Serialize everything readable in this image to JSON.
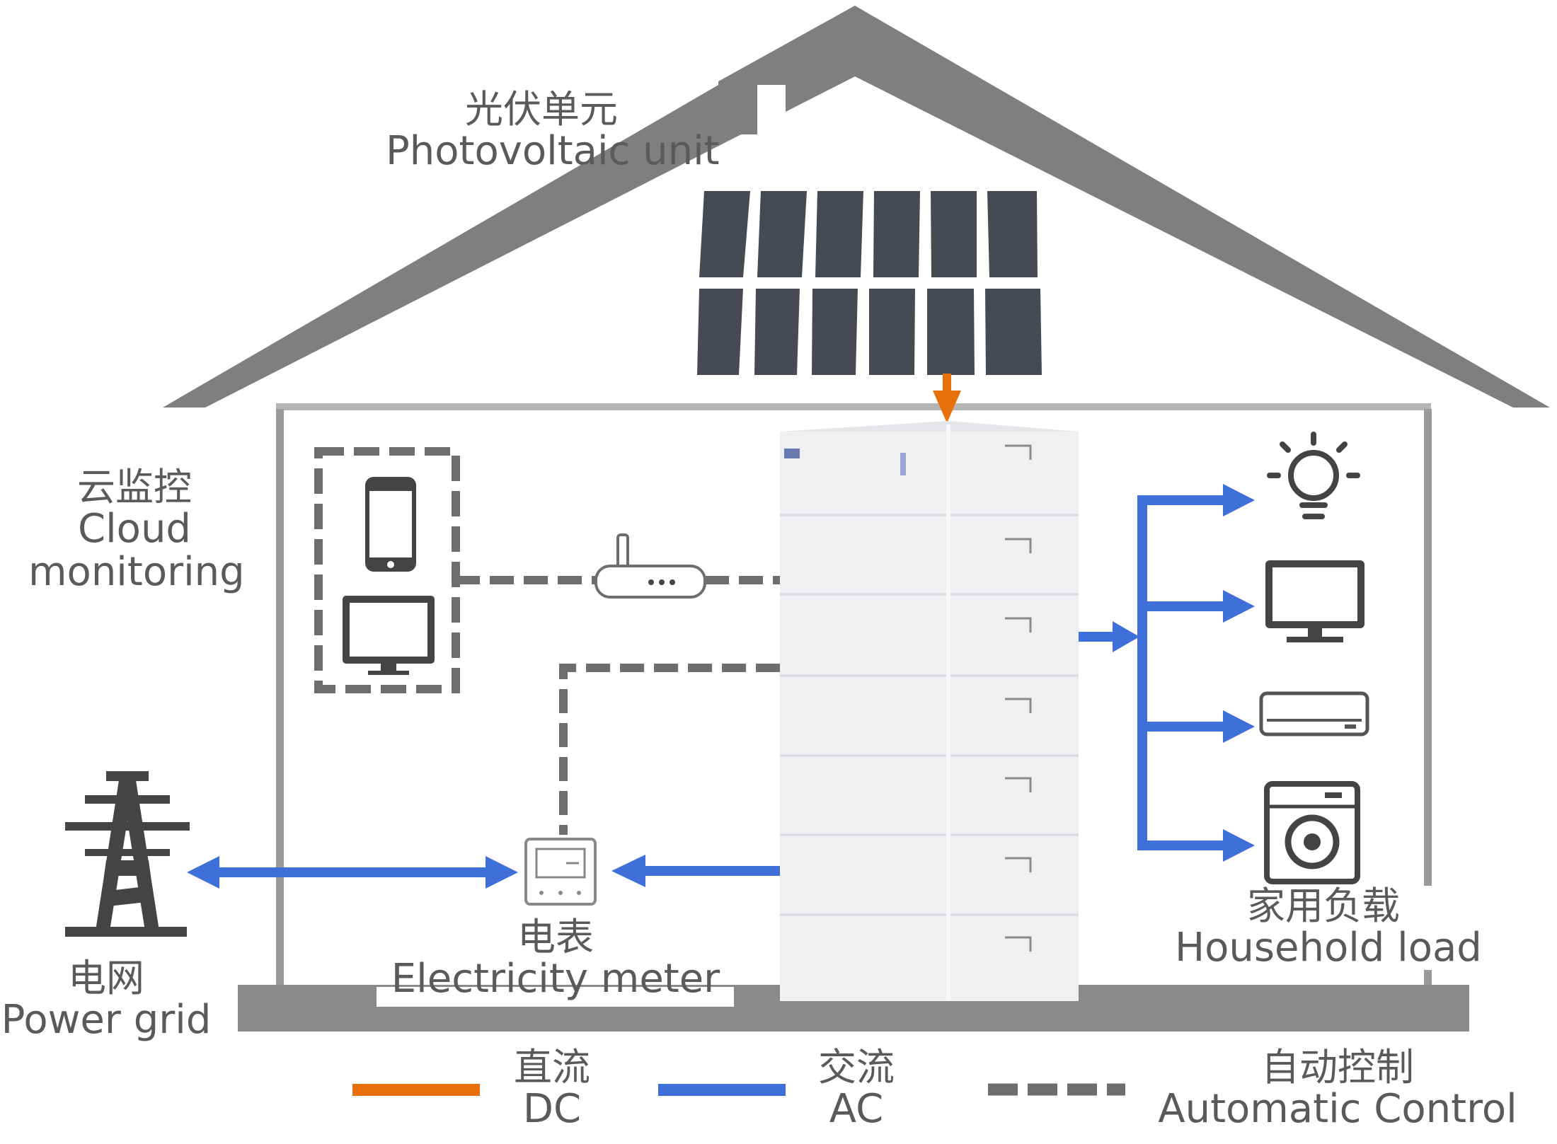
{
  "labels": {
    "photovoltaic": {
      "cn": "光伏单元",
      "en": "Photovoltaic unit"
    },
    "cloud": {
      "cn": "云监控",
      "en_line1": "Cloud",
      "en_line2": "monitoring"
    },
    "power_grid": {
      "cn": "电网",
      "en": "Power grid"
    },
    "meter": {
      "cn": "电表",
      "en": "Electricity meter"
    },
    "household": {
      "cn": "家用负载",
      "en": "Household load"
    }
  },
  "legend": {
    "dc": {
      "cn": "直流",
      "en": "DC",
      "color": "#e8700a"
    },
    "ac": {
      "cn": "交流",
      "en": "AC",
      "color": "#3f6fd9"
    },
    "control": {
      "cn": "自动控制",
      "en": "Automatic Control",
      "color": "#6e6e6e"
    }
  },
  "colors": {
    "roof": "#808080",
    "wall": "#9a9a9a",
    "solar_panel": "#474a52",
    "battery": "#eef0f2",
    "icon": "#444444"
  },
  "icons": [
    "solar-panel-icon",
    "phone-icon",
    "monitor-icon",
    "router-icon",
    "battery-stack-icon",
    "meter-icon",
    "pylon-icon",
    "bulb-icon",
    "tv-icon",
    "air-conditioner-icon",
    "washing-machine-icon"
  ]
}
